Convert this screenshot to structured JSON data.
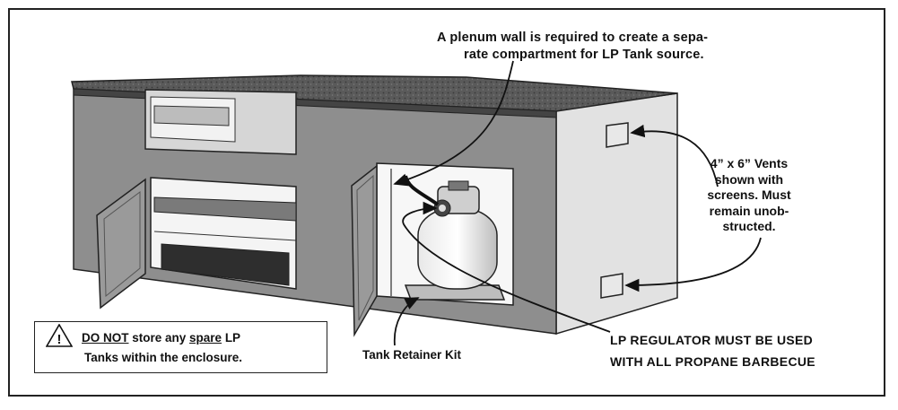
{
  "plenum_callout": {
    "line1": "A plenum wall is required to create a sepa-",
    "line2": "rate compartment for LP Tank source."
  },
  "vents_callout": {
    "line1": "4” x 6” Vents",
    "line2": "shown with",
    "line3": "screens. Must",
    "line4": "remain unob-",
    "line5": "structed."
  },
  "regulator_callout": {
    "line1": "LP REGULATOR MUST BE USED",
    "line2": "WITH ALL PROPANE BARBECUE"
  },
  "retainer_callout": "Tank Retainer Kit",
  "warning": {
    "icon_mark": "!",
    "do_not": "DO NOT",
    "mid1": " store any ",
    "spare": "spare",
    "mid2": " LP",
    "line2": "Tanks within the enclosure."
  },
  "icons": {
    "warning": "warning-triangle-icon"
  }
}
